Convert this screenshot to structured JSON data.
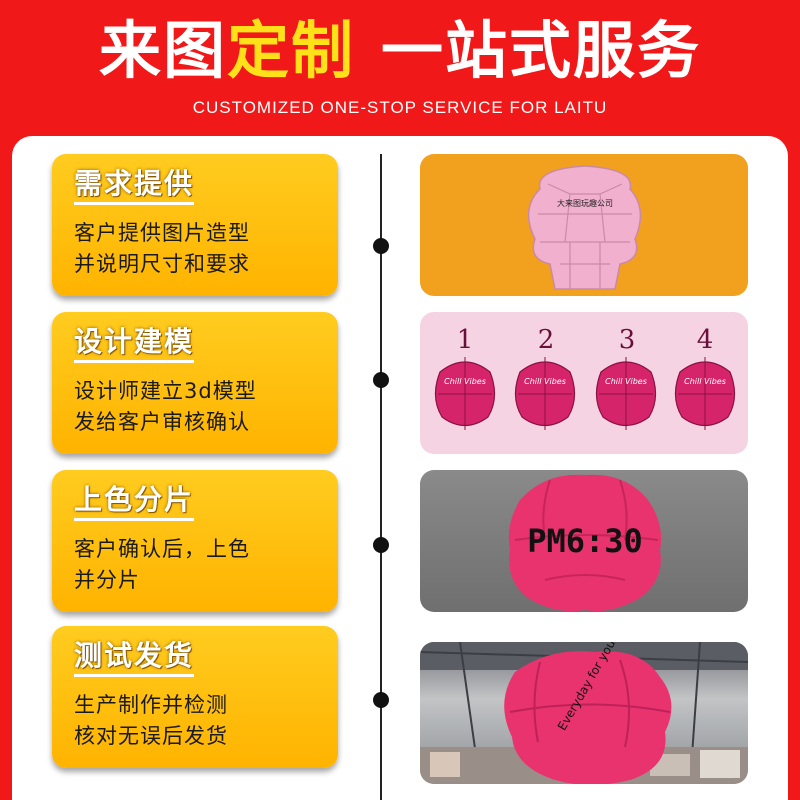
{
  "header": {
    "title_part1": "来图",
    "title_highlight": "定制",
    "title_part2": "一站式服务",
    "subtitle": "CUSTOMIZED ONE-STOP SERVICE FOR LAITU"
  },
  "steps": [
    {
      "title": "需求提供",
      "line1": "客户提供图片造型",
      "line2": "并说明尺寸和要求",
      "image": "pink-inflatable-3d-model",
      "image_text": "大来图玩趣公司"
    },
    {
      "title": "设计建模",
      "line1": "设计师建立3d模型",
      "line2": "发给客户审核确认",
      "image": "four-model-views",
      "image_labels": [
        "1",
        "2",
        "3",
        "4"
      ],
      "image_text": "Chill Vibes"
    },
    {
      "title": "上色分片",
      "line1": "客户确认后，上色",
      "line2": "并分片",
      "image": "colored-pink-ball",
      "image_text": "PM6:30"
    },
    {
      "title": "测试发货",
      "line1": "生产制作并检测",
      "line2": "核对无误后发货",
      "image": "factory-inflation-test",
      "image_text": "Everyday for you"
    }
  ],
  "colors": {
    "background": "#f01818",
    "highlight": "#ffe11a",
    "card": "#ffbe10",
    "pink": "#e8336f"
  }
}
